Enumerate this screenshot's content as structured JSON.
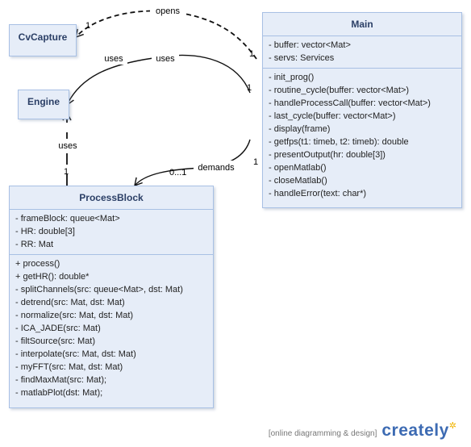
{
  "classes": {
    "cvcapture": {
      "name": "CvCapture"
    },
    "engine": {
      "name": "Engine"
    },
    "main": {
      "name": "Main",
      "attributes": [
        "- buffer: vector<Mat>",
        "- servs: Services"
      ],
      "methods": [
        "- init_prog()",
        "- routine_cycle(buffer: vector<Mat>)",
        "- handleProcessCall(buffer: vector<Mat>)",
        "- last_cycle(buffer: vector<Mat>)",
        "- display(frame)",
        "- getfps(t1: timeb, t2: timeb): double",
        "- presentOutput(hr: double[3])",
        "- openMatlab()",
        "- closeMatlab()",
        "- handleError(text: char*)"
      ]
    },
    "processblock": {
      "name": "ProcessBlock",
      "attributes": [
        "- frameBlock: queue<Mat>",
        "- HR: double[3]",
        "- RR: Mat"
      ],
      "methods": [
        "+ process()",
        "+ getHR(): double*",
        "- splitChannels(src: queue<Mat>, dst: Mat)",
        "- detrend(src: Mat, dst: Mat)",
        "- normalize(src: Mat, dst: Mat)",
        "- ICA_JADE(src: Mat)",
        "- filtSource(src: Mat)",
        "- interpolate(src: Mat, dst: Mat)",
        "- myFFT(src: Mat, dst: Mat)",
        "- findMaxMat(src: Mat);",
        "- matlabPlot(dst: Mat);"
      ]
    }
  },
  "relations": {
    "opens": {
      "label": "opens",
      "mult_source": "1",
      "mult_target": "1"
    },
    "main_engine": {
      "label_near": "uses",
      "label_far": "uses",
      "mult_source": "1"
    },
    "demands": {
      "label": "demands",
      "mult_source": "1",
      "mult_target": "0...1"
    },
    "pb_engine": {
      "label": "uses",
      "mult_source": "1"
    }
  },
  "watermark": {
    "text": "[online diagramming & design]",
    "logo": "creately"
  }
}
